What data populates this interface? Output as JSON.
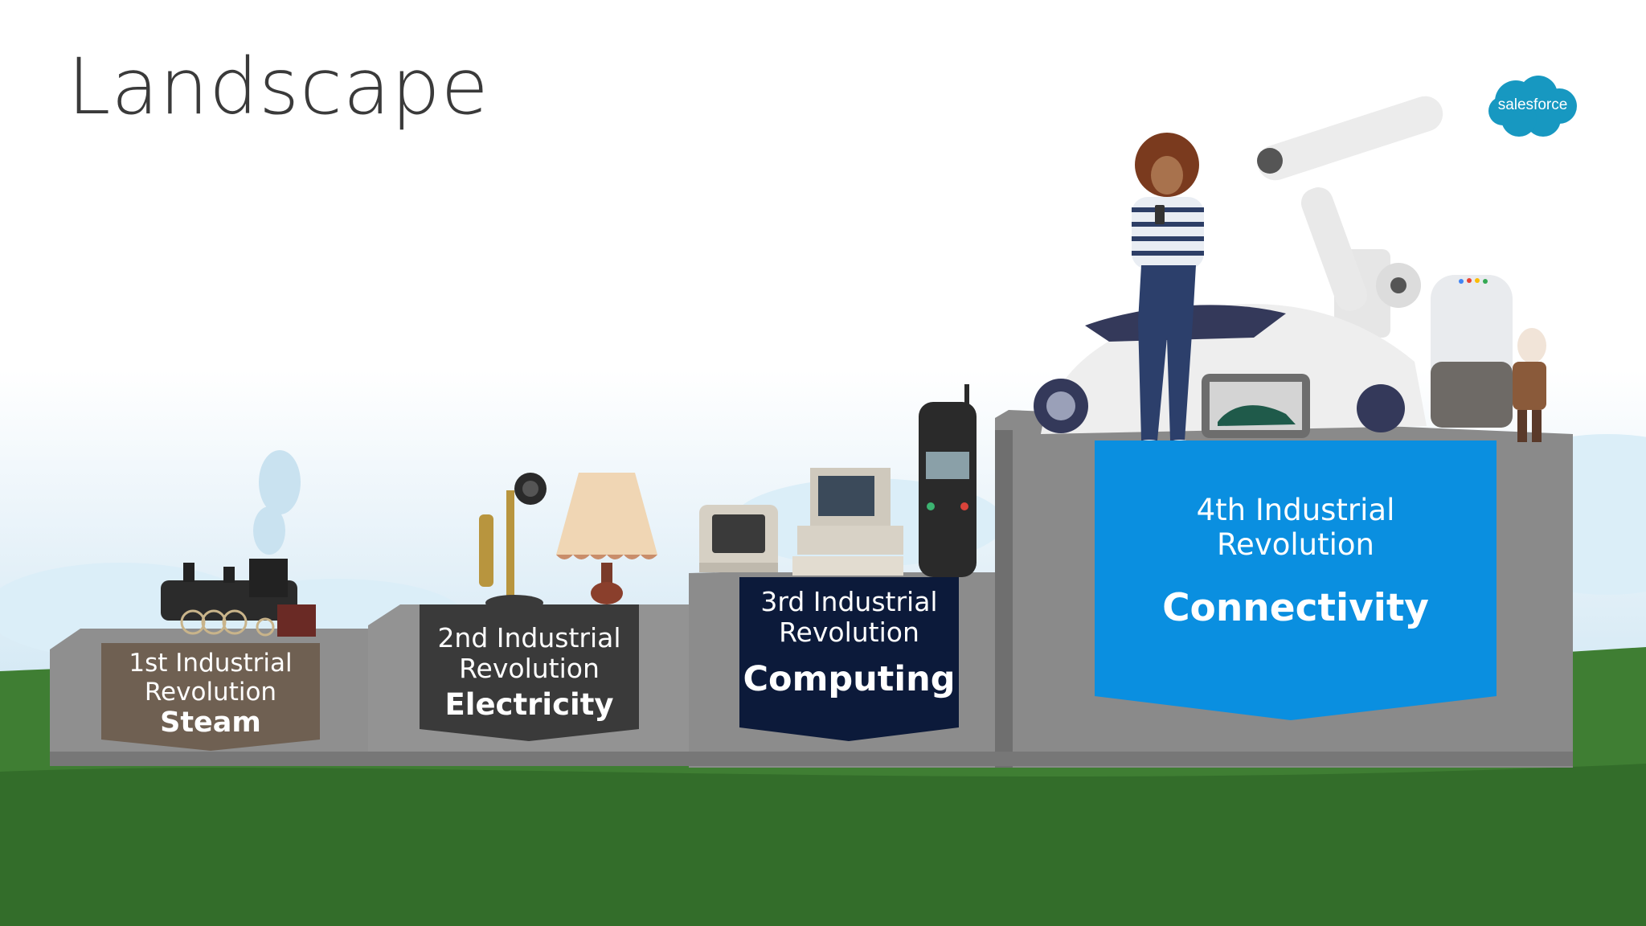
{
  "slide": {
    "title": "Landscape",
    "logo_text": "salesforce",
    "colors": {
      "brand_blue": "#1798c1",
      "banner_blue": "#0a8fe0",
      "banner_navy": "#0c1a3a",
      "banner_dark": "#3a3a3a",
      "banner_brown": "#6b5a4a",
      "grass": "#3a7a2f"
    },
    "revolutions": [
      {
        "line1": "1st Industrial",
        "line2": "Revolution",
        "theme": "Steam",
        "icon": "steam-locomotive-icon"
      },
      {
        "line1": "2nd Industrial",
        "line2": "Revolution",
        "theme": "Electricity",
        "icon": "candlestick-telephone-and-lamp-icon"
      },
      {
        "line1": "3rd Industrial",
        "line2": "Revolution",
        "theme": "Computing",
        "icon": "computers-and-mobile-phone-icon"
      },
      {
        "line1": "4th Industrial",
        "line2": "Revolution",
        "theme": "Connectivity",
        "icon": "robot-arm-car-smart-speaker-icon"
      }
    ]
  }
}
